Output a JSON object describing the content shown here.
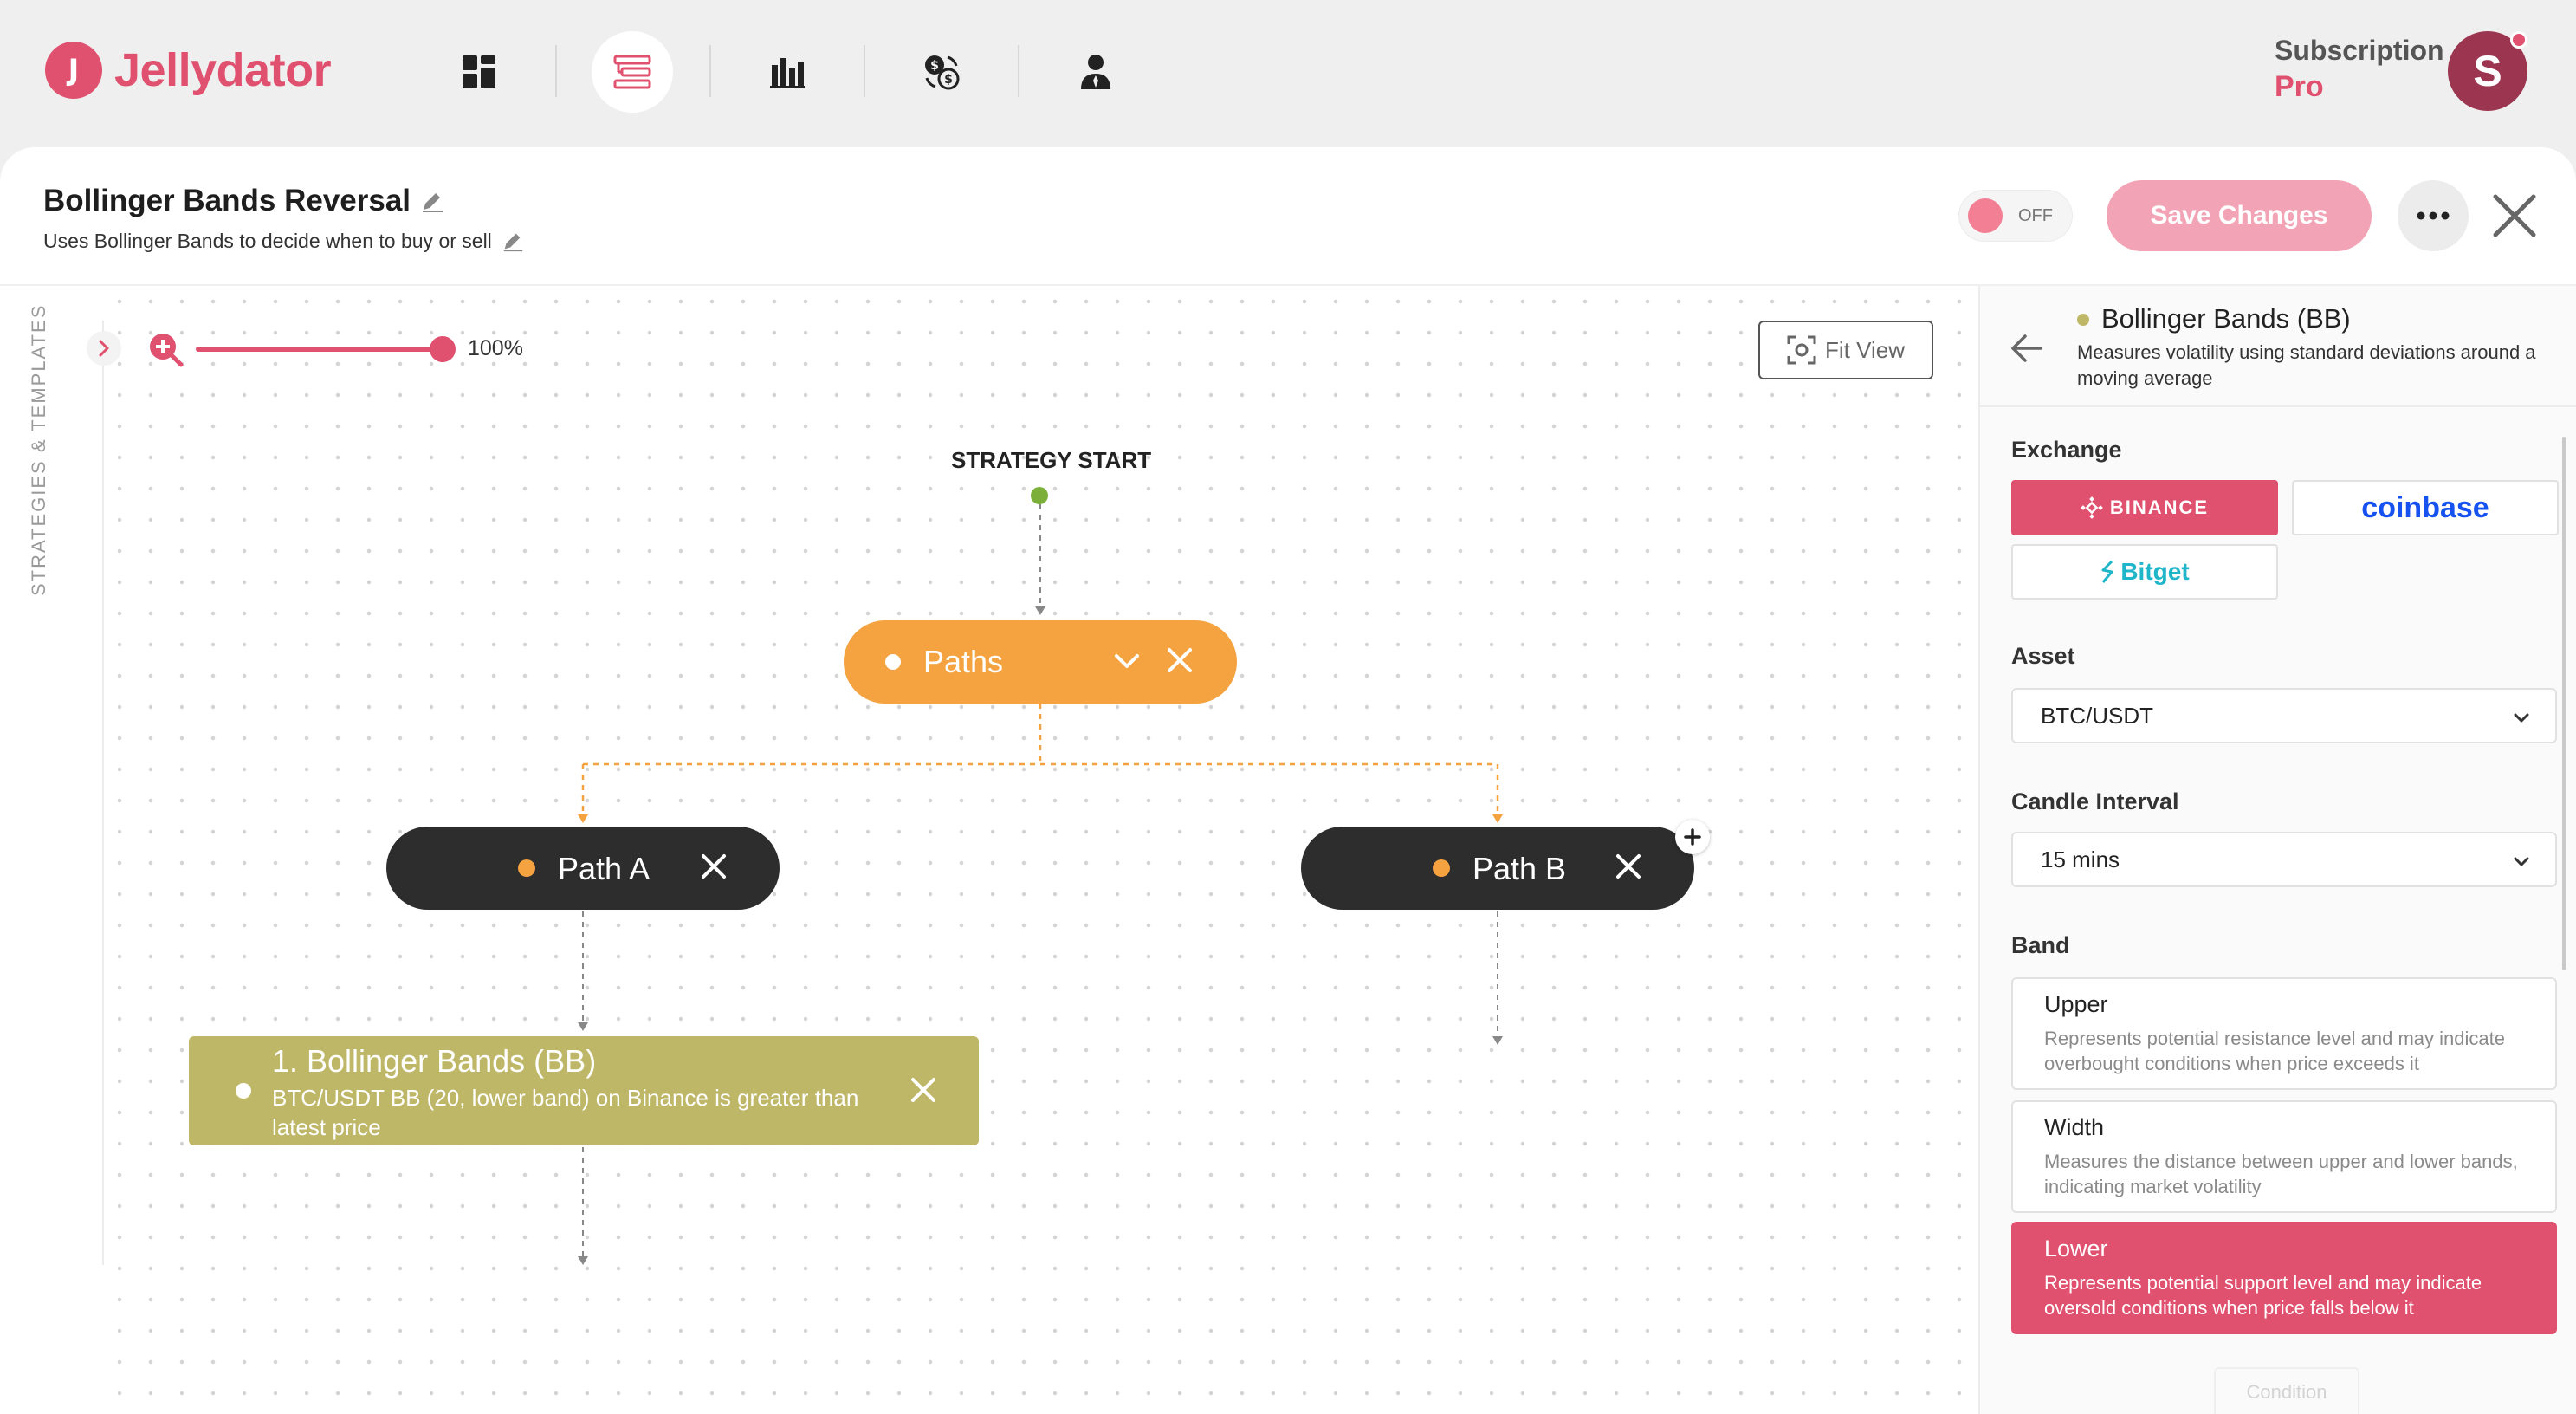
{
  "app": {
    "name": "Jellydator",
    "logo_mark": "J"
  },
  "nav": {
    "items": [
      {
        "name": "dashboard",
        "icon": "grid-icon"
      },
      {
        "name": "strategies",
        "icon": "strategy-list-icon",
        "active": true
      },
      {
        "name": "charts",
        "icon": "bar-chart-icon"
      },
      {
        "name": "currency",
        "icon": "currency-exchange-icon"
      },
      {
        "name": "account",
        "icon": "user-icon"
      }
    ]
  },
  "subscription": {
    "label": "Subscription",
    "tier": "Pro"
  },
  "user": {
    "avatar_letter": "S"
  },
  "strategy": {
    "title": "Bollinger Bands Reversal",
    "description": "Uses Bollinger Bands to decide when to buy or sell",
    "toggle_label": "OFF",
    "save_label": "Save Changes"
  },
  "sidebar": {
    "rail_label": "STRATEGIES & TEMPLATES"
  },
  "canvas": {
    "zoom_label": "100%",
    "zoom_level": 1.0,
    "fit_view_label": "Fit View",
    "start_label": "STRATEGY START",
    "paths_node": {
      "label": "Paths"
    },
    "path_a": {
      "label": "Path A"
    },
    "path_b": {
      "label": "Path B"
    },
    "bb_node": {
      "title": "1. Bollinger Bands (BB)",
      "description": "BTC/USDT BB (20, lower band) on Binance is greater than latest price"
    }
  },
  "panel": {
    "title": "Bollinger Bands (BB)",
    "subtitle": "Measures volatility using standard deviations around a moving average",
    "exchange_label": "Exchange",
    "exchanges": [
      {
        "label": "BINANCE",
        "selected": true
      },
      {
        "label": "coinbase",
        "selected": false
      },
      {
        "label": "Bitget",
        "selected": false
      }
    ],
    "asset_label": "Asset",
    "asset_value": "BTC/USDT",
    "interval_label": "Candle Interval",
    "interval_value": "15 mins",
    "band_label": "Band",
    "bands": [
      {
        "name": "Upper",
        "description": "Represents potential resistance level and may indicate overbought conditions when price exceeds it",
        "selected": false
      },
      {
        "name": "Width",
        "description": "Measures the distance between upper and lower bands, indicating market volatility",
        "selected": false
      },
      {
        "name": "Lower",
        "description": "Represents potential support level and may indicate oversold conditions when price falls below it",
        "selected": true
      }
    ],
    "next_section_label": "Condition"
  },
  "colors": {
    "brand": "#e0506f",
    "paths_node": "#f4a340",
    "path_node": "#2d2d2d",
    "indicator_node": "#bfb768",
    "start_dot": "#7cae3a"
  }
}
